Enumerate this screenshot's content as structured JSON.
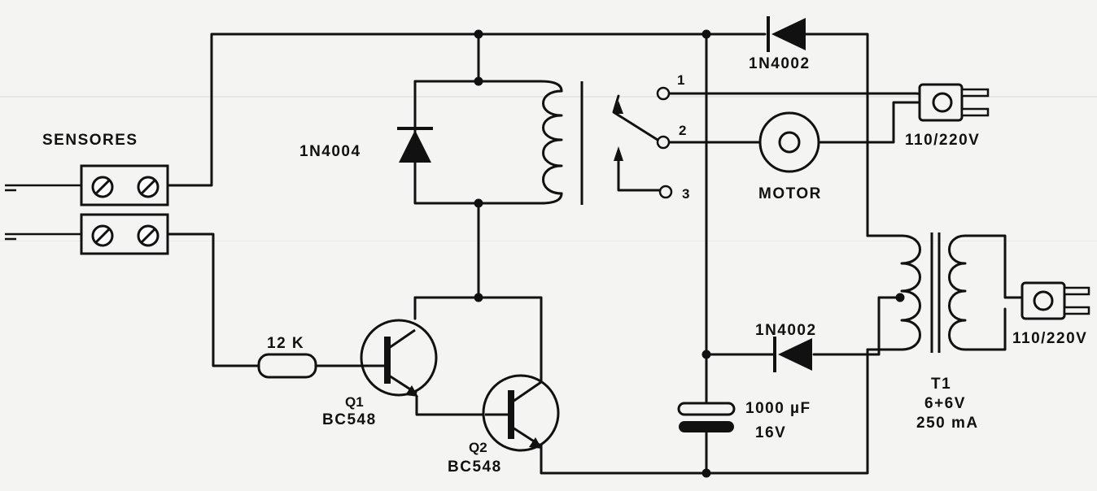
{
  "labels": {
    "sensors": "SENSORES",
    "diode_relay": "1N4004",
    "diode_top": "1N4002",
    "diode_bottom": "1N4002",
    "resistor": "12 K",
    "q1_name": "Q1",
    "q1_part": "BC548",
    "q2_name": "Q2",
    "q2_part": "BC548",
    "motor": "MOTOR",
    "mains_top": "110/220V",
    "mains_right": "110/220V",
    "capacitor_value": "1000 µF",
    "capacitor_voltage": "16V",
    "transformer_name": "T1",
    "transformer_voltage": "6+6V",
    "transformer_current": "250 mA",
    "contact_1": "1",
    "contact_2": "2",
    "contact_3": "3"
  }
}
